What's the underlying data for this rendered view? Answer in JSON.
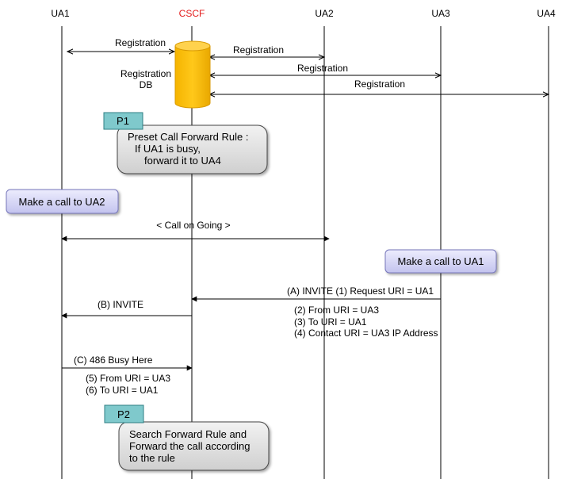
{
  "participants": [
    {
      "name": "UA1",
      "color": "#000000"
    },
    {
      "name": "CSCF",
      "color": "#e31c1c"
    },
    {
      "name": "UA2",
      "color": "#000000"
    },
    {
      "name": "UA3",
      "color": "#000000"
    },
    {
      "name": "UA4",
      "color": "#000000"
    }
  ],
  "database": {
    "label_line1": "Registration",
    "label_line2": "DB",
    "color": "#ffc000"
  },
  "messages": {
    "reg_ua1": "Registration",
    "reg_ua2": "Registration",
    "reg_ua3": "Registration",
    "reg_ua4": "Registration",
    "call_on_going": "< Call on Going >",
    "invite_a": "(A) INVITE (1) Request URI = UA1",
    "invite_a_2": "(2) From URI = UA3",
    "invite_a_3": "(3) To URI = UA1",
    "invite_a_4": "(4) Contact URI = UA3 IP Address",
    "invite_b": "(B) INVITE",
    "busy_c": "(C) 486 Busy Here",
    "busy_c_5": "(5) From URI = UA3",
    "busy_c_6": "(6) To URI = UA1"
  },
  "notes": {
    "p1_tag": "P1",
    "p1_line1": "Preset Call Forward Rule :",
    "p1_line2": "If UA1 is busy,",
    "p1_line3": "forward it to UA4",
    "p2_tag": "P2",
    "p2_line1": "Search Forward Rule and",
    "p2_line2": "Forward the call according",
    "p2_line3": "to the rule"
  },
  "actions": {
    "ua1_call": "Make a call to UA2",
    "ua3_call": "Make a call to UA1"
  },
  "colors": {
    "note_fill": "#e0e0e0",
    "tag_fill": "#7fc9cc",
    "action_fill": "#d7d7f7",
    "action_border": "#7777bb"
  }
}
